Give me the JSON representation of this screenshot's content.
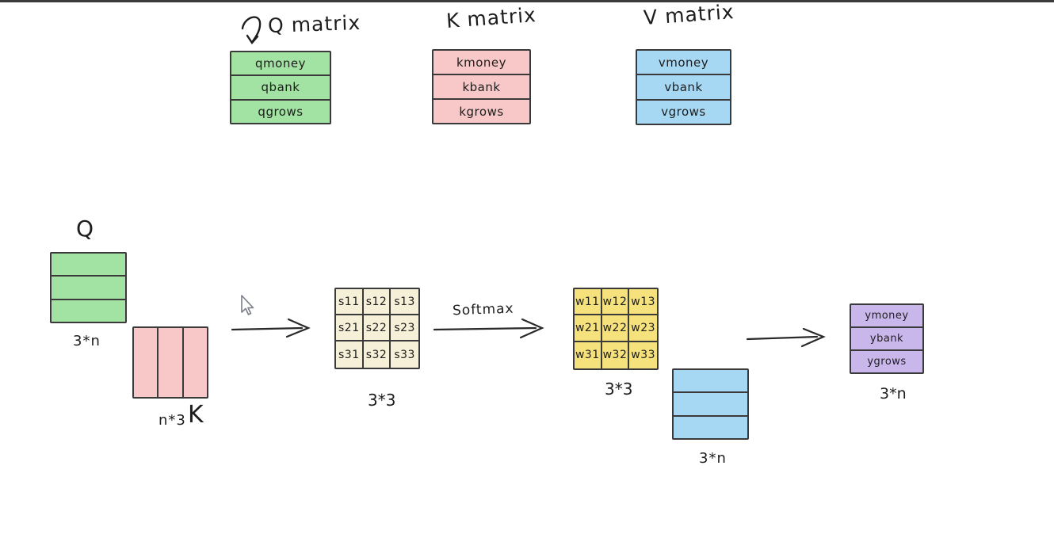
{
  "page": {
    "background": "#ffffff",
    "top_bar_color": "#3b3b3b",
    "ink_color": "#1d1d1d"
  },
  "colors": {
    "green": "#a2e2a2",
    "pink": "#f8c8c8",
    "blue": "#a6d8f3",
    "cream": "#f6f0d8",
    "yellow": "#f6e27d",
    "purple": "#c9b7ec"
  },
  "top_section": {
    "q_matrix": {
      "title": "Q matrix",
      "rows": [
        "qmoney",
        "qbank",
        "qgrows"
      ],
      "color": "#a2e2a2"
    },
    "k_matrix": {
      "title": "K matrix",
      "rows": [
        "kmoney",
        "kbank",
        "kgrows"
      ],
      "color": "#f8c8c8"
    },
    "v_matrix": {
      "title": "V matrix",
      "rows": [
        "vmoney",
        "vbank",
        "vgrows"
      ],
      "color": "#a6d8f3"
    }
  },
  "computation": {
    "q_block": {
      "label": "Q",
      "dim": "3*n"
    },
    "k_block": {
      "dim": "n*3",
      "label": "K"
    },
    "s_matrix": {
      "dim": "3*3",
      "cells": [
        "s11",
        "s12",
        "s13",
        "s21",
        "s22",
        "s23",
        "s31",
        "s32",
        "s33"
      ]
    },
    "softmax_label": "Softmax",
    "w_matrix": {
      "dim": "3*3",
      "cells": [
        "w11",
        "w12",
        "w13",
        "w21",
        "w22",
        "w23",
        "w31",
        "w32",
        "w33"
      ]
    },
    "v_block": {
      "dim": "3*n"
    },
    "y_matrix": {
      "dim": "3*n",
      "rows": [
        "ymoney",
        "ybank",
        "ygrows"
      ]
    }
  },
  "icons": {
    "title_arrow": "curved-down-arrow",
    "flow_arrows": "right-arrow",
    "cursor": "mouse-pointer"
  }
}
